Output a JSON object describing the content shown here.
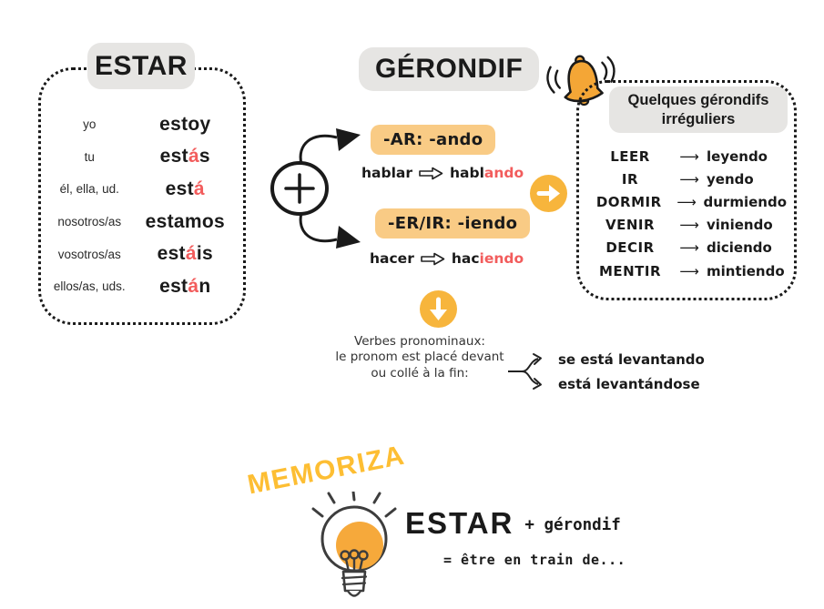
{
  "colors": {
    "accent_red": "#f25c5c",
    "box_orange": "#f9cb85",
    "circle_orange": "#f7b53c",
    "label_gray": "#e6e5e3",
    "memoriza_yellow": "#fdbe33",
    "bulb_orange": "#f6a93b",
    "bell_orange": "#f4a636"
  },
  "estar_panel": {
    "title": "ESTAR",
    "rows": [
      {
        "pronoun": "yo",
        "pre": "estoy",
        "accent": "",
        "post": ""
      },
      {
        "pronoun": "tu",
        "pre": "est",
        "accent": "á",
        "post": "s"
      },
      {
        "pronoun": "él, ella, ud.",
        "pre": "est",
        "accent": "á",
        "post": ""
      },
      {
        "pronoun": "nosotros/as",
        "pre": "estamos",
        "accent": "",
        "post": ""
      },
      {
        "pronoun": "vosotros/as",
        "pre": "est",
        "accent": "á",
        "post": "is"
      },
      {
        "pronoun": "ellos/as, uds.",
        "pre": "est",
        "accent": "á",
        "post": "n"
      }
    ]
  },
  "gerondif": {
    "title": "GÉRONDIF",
    "ar_rule": "-AR: -ando",
    "ar_example": {
      "infinitive": "hablar",
      "stem": "habl",
      "ending": "ando"
    },
    "er_rule": "-ER/IR: -iendo",
    "er_example": {
      "infinitive": "hacer",
      "stem": "hac",
      "ending": "iendo"
    }
  },
  "irregulars": {
    "title": "Quelques gérondifs irréguliers",
    "arrow_glyph": "⟶",
    "items": [
      {
        "verb": "LEER",
        "gerund": "leyendo"
      },
      {
        "verb": "IR",
        "gerund": "yendo"
      },
      {
        "verb": "DORMIR",
        "gerund": "durmiendo"
      },
      {
        "verb": "VENIR",
        "gerund": "viniendo"
      },
      {
        "verb": "DECIR",
        "gerund": "diciendo"
      },
      {
        "verb": "MENTIR",
        "gerund": "mintiendo"
      }
    ]
  },
  "pronominal": {
    "line1": "Verbes pronominaux:",
    "line2": "le pronom est placé devant",
    "line3": "ou collé à la fin:",
    "option1": "se está levantando",
    "option2": "está levantándose"
  },
  "memo": {
    "headline": "MEMORIZA",
    "formula_left": "ESTAR",
    "formula_right": "+ gérondif",
    "meaning": "= être en train de..."
  }
}
